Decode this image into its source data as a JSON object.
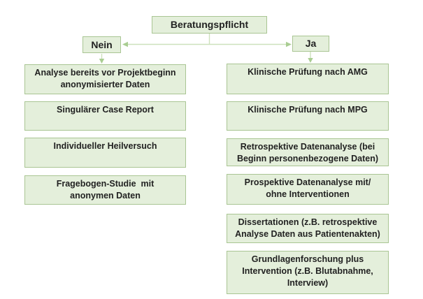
{
  "title": "Beratungspflicht",
  "branches": {
    "nein": {
      "label": "Nein",
      "items": [
        "Analyse bereits vor Projektbeginn\nanonymisierter Daten",
        "Singulärer Case Report",
        "Individueller Heilversuch",
        "Fragebogen-Studie  mit\nanonymen Daten"
      ]
    },
    "ja": {
      "label": "Ja",
      "items": [
        "Klinische Prüfung nach AMG",
        "Klinische Prüfung nach MPG",
        "Retrospektive Datenanalyse (bei\nBeginn personenbezogene Daten)",
        "Prospektive Datenanalyse mit/\nohne Interventionen",
        "Dissertationen (z.B. retrospektive\nAnalyse Daten aus Patientenakten)",
        "Grundlagenforschung plus\nIntervention (z.B. Blutabnahme,\nInterview)"
      ]
    }
  },
  "colors": {
    "background": "#ffffff",
    "box_fill": "#e4efdb",
    "box_border": "#a9c593",
    "text_color": "#222222",
    "connector_line": "#cde1bc",
    "connector_arrow": "#a9cd92"
  }
}
